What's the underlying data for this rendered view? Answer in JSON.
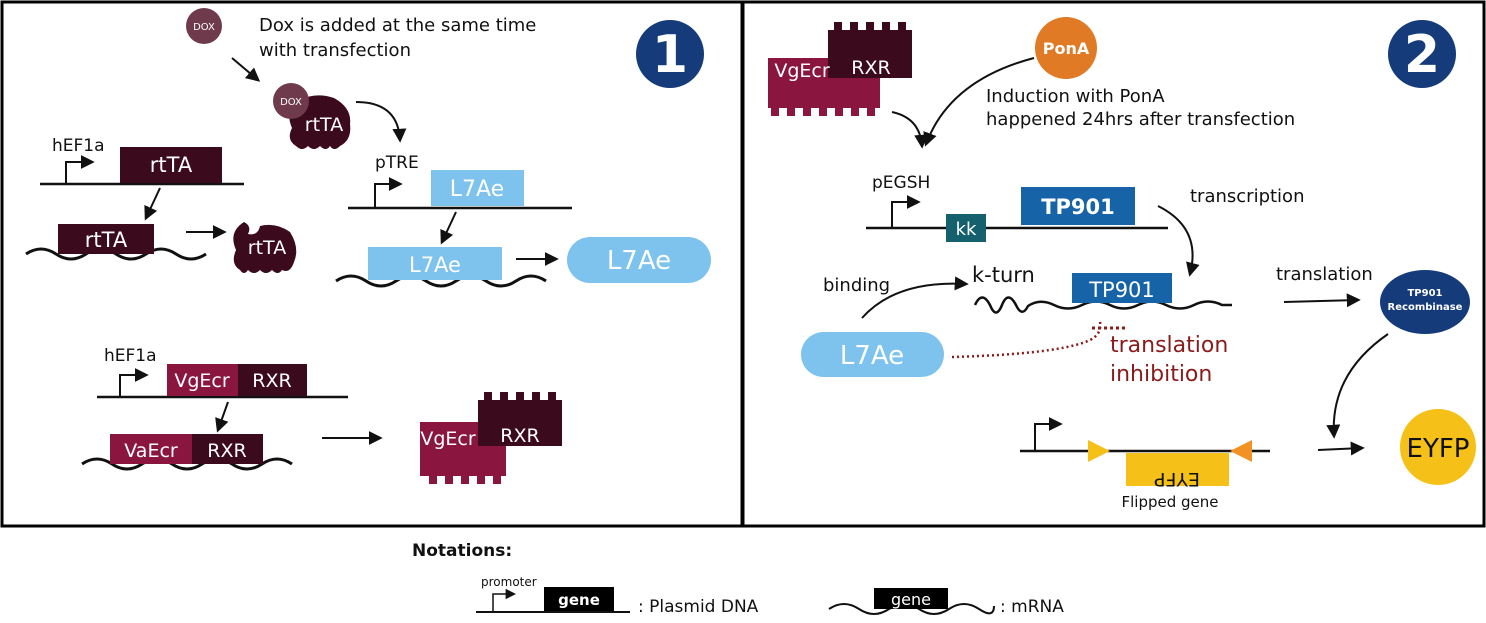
{
  "colors": {
    "dark": "#3b0a1c",
    "maroon": "#8a1640",
    "light_blue": "#7dc3ee",
    "navy": "#153b7a",
    "teal": "#14606d",
    "blue": "#1763a8",
    "orange": "#e07a24",
    "gold": "#f5c118",
    "arrowhead_orange": "#f29222",
    "dox": "#6e3a4c",
    "inhibition": "#8b1a1a"
  },
  "panel1": {
    "badge": "1",
    "dox_label": "DOX",
    "dox_note_line1": "Dox is added at the same time",
    "dox_note_line2": "with transfection",
    "promoter_hef1a": "hEF1a",
    "gene_rtta": "rtTA",
    "promoter_ptre": "pTRE",
    "gene_l7ae": "L7Ae",
    "gene_vgecr": "VgEcr",
    "gene_vaecr_mrna": "VaEcr",
    "gene_rxr": "RXR"
  },
  "panel2": {
    "badge": "2",
    "gene_vgecr": "VgEcr",
    "gene_rxr": "RXR",
    "pona": "PonA",
    "induction_line1": "Induction with PonA",
    "induction_line2": "happened 24hrs after transfection",
    "promoter_pegsh": "pEGSH",
    "kk": "kk",
    "tp901_bold": "TP901",
    "tp901": "TP901",
    "transcription": "transcription",
    "translation": "translation",
    "binding": "binding",
    "kturn": "k-turn",
    "l7ae": "L7Ae",
    "inhibition_line1": "translation",
    "inhibition_line2": "inhibition",
    "recombinase_line1": "TP901",
    "recombinase_line2": "Recombinase",
    "eyfp": "EYFP",
    "flipped_gene_text": "EYFP",
    "flipped_gene_label": "Flipped gene"
  },
  "notations": {
    "title": "Notations:",
    "promoter": "promoter",
    "gene": "gene",
    "plasmid_label": ": Plasmid DNA",
    "mrna_label": ": mRNA"
  }
}
